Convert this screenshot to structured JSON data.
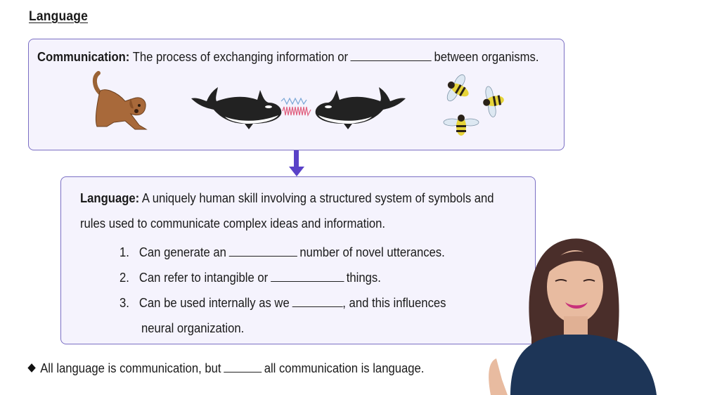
{
  "page": {
    "title": "Language"
  },
  "communication_box": {
    "term": "Communication:",
    "definition_before_blank": "The process of exchanging information or",
    "definition_after_blank": "between organisms.",
    "images": [
      "dog-illustration",
      "orca-pair-with-sound-waves",
      "bees-illustration"
    ]
  },
  "language_box": {
    "term": "Language:",
    "definition_line1": "A uniquely human skill involving a structured system of symbols and",
    "definition_line2": "rules used to communicate complex ideas and information.",
    "items": [
      {
        "number": "1.",
        "before": "Can generate an",
        "after": "number of novel utterances."
      },
      {
        "number": "2.",
        "before": "Can refer to intangible or",
        "after": "things."
      },
      {
        "number": "3.",
        "before": "Can be used internally as we",
        "after": ", and this influences",
        "continuation": "neural organization."
      }
    ]
  },
  "footer_note": {
    "before": "All language is communication, but",
    "after": "all communication is language."
  },
  "presenter": {
    "description": "instructor-video-overlay"
  },
  "colors": {
    "box_border": "#7b6fc4",
    "box_fill": "#f5f3fd",
    "arrow": "#5a42c8"
  }
}
